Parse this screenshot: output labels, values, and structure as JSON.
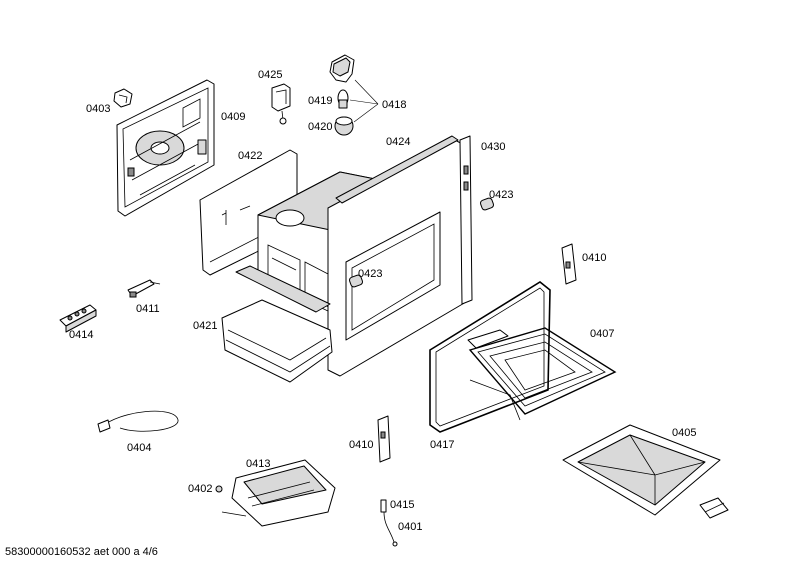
{
  "labels": {
    "p0403": "0403",
    "p0425": "0425",
    "p0419": "0419",
    "p0418": "0418",
    "p0420": "0420",
    "p0409": "0409",
    "p0424": "0424",
    "p0430": "0430",
    "p0422": "0422",
    "p0423_a": "0423",
    "p0423_b": "0423",
    "p0410_a": "0410",
    "p0410_b": "0410",
    "p0411": "0411",
    "p0414": "0414",
    "p0421": "0421",
    "p0407": "0407",
    "p0417": "0417",
    "p0404": "0404",
    "p0405": "0405",
    "p0413": "0413",
    "p0402": "0402",
    "p0415": "0415",
    "p0401": "0401"
  },
  "footer": {
    "code": "58300000160532 aet 000 a 4/6"
  }
}
